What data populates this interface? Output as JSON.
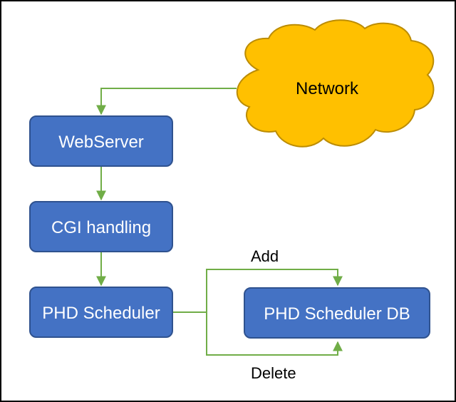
{
  "nodes": {
    "network": "Network",
    "webserver": "WebServer",
    "cgi": "CGI handling",
    "scheduler": "PHD Scheduler",
    "scheduler_db": "PHD Scheduler DB"
  },
  "edge_labels": {
    "add": "Add",
    "delete": "Delete"
  },
  "colors": {
    "box_fill": "#4472C4",
    "box_stroke": "#2F528F",
    "cloud_fill": "#FFC000",
    "cloud_stroke": "#BC8C00",
    "connector": "#70AD47"
  }
}
